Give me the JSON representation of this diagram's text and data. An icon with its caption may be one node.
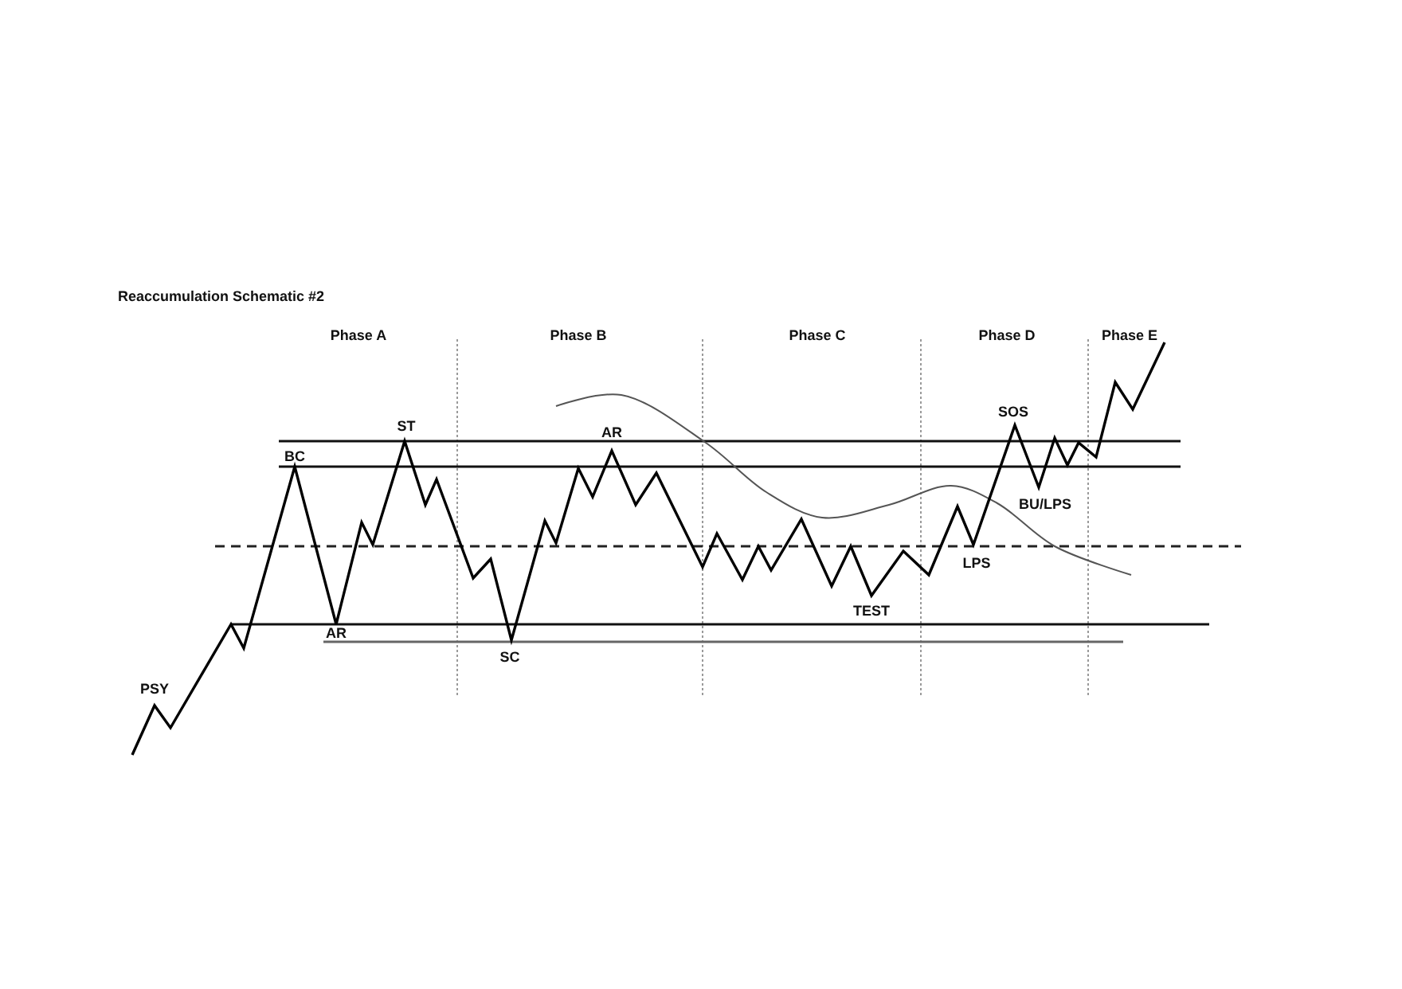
{
  "diagram": {
    "title": "Reaccumulation Schematic #2",
    "labels": [
      "Phase A",
      "Phase B",
      "Phase C",
      "Phase D",
      "Phase E",
      "SOS",
      "ST",
      "AR",
      "BC",
      "BU/LPS",
      "LPS",
      "TEST",
      "AR",
      "SC",
      "PSY"
    ]
  }
}
